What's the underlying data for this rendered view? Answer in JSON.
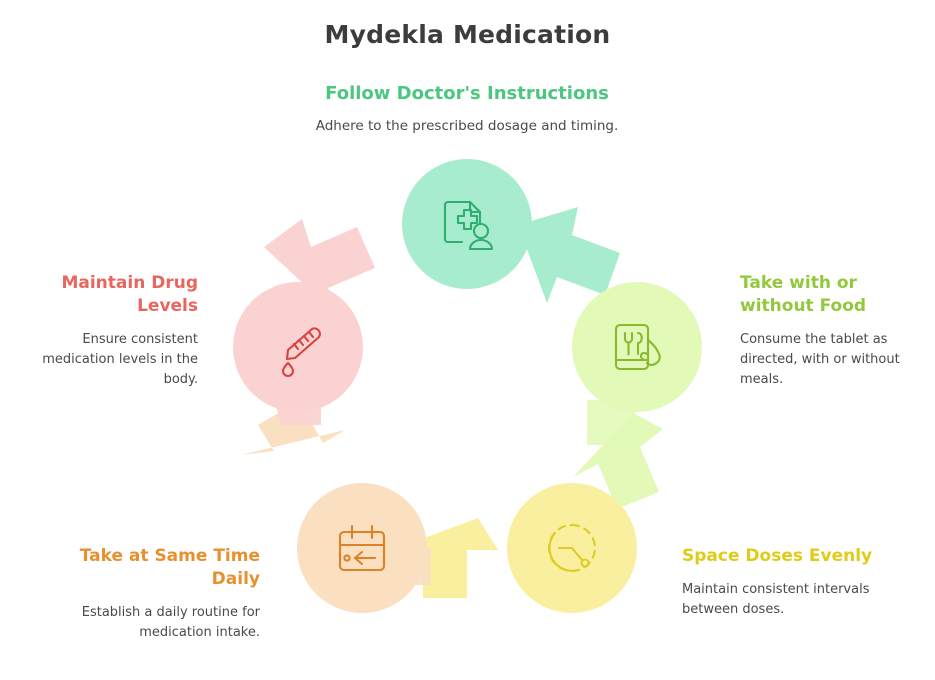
{
  "title": "Mydekla Medication",
  "colors": {
    "title": "#3c3c3c",
    "body_text": "#4a4a4a",
    "green_heading": "#4bc77f",
    "lime_heading": "#93c83d",
    "yellow_heading": "#e0cc16",
    "orange_heading": "#e8902e",
    "red_heading": "#e8665e",
    "green_fill": "#a8ecd0",
    "lime_fill": "#e2f9b8",
    "yellow_fill": "#faef9f",
    "peach_fill": "#fadfc0",
    "pink_fill": "#fbd2d2",
    "green_arrow": "#a8ecd0",
    "lime_arrow": "#e2f9b8",
    "yellow_arrow": "#faef9f",
    "peach_arrow": "#fadfc0",
    "pink_arrow": "#fbd2d2",
    "background": "#ffffff"
  },
  "steps": [
    {
      "id": "follow-doctors-instructions",
      "heading": "Follow Doctor's Instructions",
      "description": "Adhere to the prescribed dosage and timing.",
      "icon": "medical-record-person-icon",
      "heading_color": "#4bc77f",
      "circle_color": "#a8ecd0",
      "icon_color": "#2fae6f"
    },
    {
      "id": "take-with-or-without-food",
      "heading": "Take with or without Food",
      "description": "Consume the tablet as directed, with or without meals.",
      "icon": "meal-card-hand-icon",
      "heading_color": "#93c83d",
      "circle_color": "#e2f9b8",
      "icon_color": "#8ab82f"
    },
    {
      "id": "space-doses-evenly",
      "heading": "Space Doses Evenly",
      "description": "Maintain consistent intervals between doses.",
      "icon": "clock-interval-icon",
      "heading_color": "#e0cc16",
      "circle_color": "#faef9f",
      "icon_color": "#ddcc22"
    },
    {
      "id": "take-at-same-time-daily",
      "heading": "Take at Same Time Daily",
      "description": "Establish a daily routine for medication intake.",
      "icon": "calendar-arrow-icon",
      "heading_color": "#e8902e",
      "circle_color": "#fadfc0",
      "icon_color": "#dd8226"
    },
    {
      "id": "maintain-drug-levels",
      "heading": "Maintain Drug Levels",
      "description": "Ensure consistent medication levels in the body.",
      "icon": "thermometer-drop-icon",
      "heading_color": "#e8665e",
      "circle_color": "#fbd2d2",
      "icon_color": "#d9423e"
    }
  ],
  "chart_data": {
    "type": "diagram",
    "subtype": "cycle",
    "title": "Mydekla Medication",
    "direction": "clockwise",
    "node_count": 5,
    "nodes": [
      {
        "position": "top",
        "label": "Follow Doctor's Instructions"
      },
      {
        "position": "right",
        "label": "Take with or without Food"
      },
      {
        "position": "bottom-right",
        "label": "Space Doses Evenly"
      },
      {
        "position": "bottom-left",
        "label": "Take at Same Time Daily"
      },
      {
        "position": "left",
        "label": "Maintain Drug Levels"
      }
    ],
    "edges": [
      {
        "from": "Follow Doctor's Instructions",
        "to": "Take with or without Food"
      },
      {
        "from": "Take with or without Food",
        "to": "Space Doses Evenly"
      },
      {
        "from": "Space Doses Evenly",
        "to": "Take at Same Time Daily"
      },
      {
        "from": "Take at Same Time Daily",
        "to": "Maintain Drug Levels"
      },
      {
        "from": "Maintain Drug Levels",
        "to": "Follow Doctor's Instructions"
      }
    ]
  }
}
